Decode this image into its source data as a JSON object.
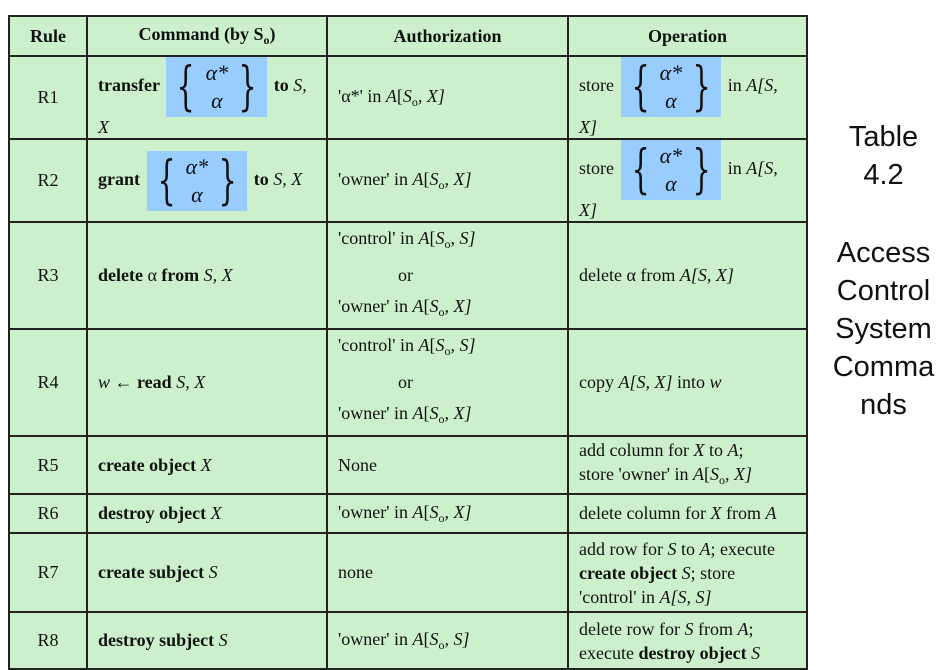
{
  "table": {
    "headers": [
      "Rule",
      "Command (by S",
      "o",
      ")",
      "Authorization",
      "Operation"
    ],
    "rows": [
      {
        "rule": "R1",
        "cmd": {
          "word": "transfer",
          "top": "α*",
          "bottom": "α",
          "to": "to",
          "args": "S, X"
        },
        "auth": {
          "pre": "'α*' in ",
          "A": "A",
          "open": "[",
          "S": "S",
          "o": "o",
          "rest": ", X]"
        },
        "op": {
          "word": "store",
          "top": "α*",
          "bottom": "α",
          "in": "in",
          "A": "A",
          "args": "[S, X]"
        }
      },
      {
        "rule": "R2",
        "cmd": {
          "word": "grant",
          "top": "α*",
          "bottom": "α",
          "to": "to",
          "args": "S, X"
        },
        "auth": {
          "pre": "'owner' in ",
          "A": "A",
          "open": "[",
          "S": "S",
          "o": "o",
          "rest": ", X]"
        },
        "op": {
          "word": "store",
          "top": "α*",
          "bottom": "α",
          "in": "in",
          "A": "A",
          "args": "[S, X]"
        }
      },
      {
        "rule": "R3",
        "cmd": {
          "word": "delete",
          "alpha": "α",
          "from": "from",
          "args": "S, X"
        },
        "auth": {
          "l1pre": "'control' in ",
          "l1A": "A",
          "l1open": "[",
          "l1S": "S",
          "l1o": "o",
          "l1rest": ", S]",
          "or": "or",
          "l2pre": "'owner' in ",
          "l2A": "A",
          "l2open": "[",
          "l2S": "S",
          "l2o": "o",
          "l2rest": ", X]"
        },
        "op": {
          "text": "delete α from ",
          "A": "A",
          "args": "[S, X]"
        }
      },
      {
        "rule": "R4",
        "cmd": {
          "w": "w",
          "arrow": "←",
          "word": "read",
          "args": "S, X"
        },
        "auth": {
          "l1pre": "'control' in ",
          "l1A": "A",
          "l1open": "[",
          "l1S": "S",
          "l1o": "o",
          "l1rest": ", S]",
          "or": "or",
          "l2pre": "'owner' in ",
          "l2A": "A",
          "l2open": "[",
          "l2S": "S",
          "l2o": "o",
          "l2rest": ", X]"
        },
        "op": {
          "pre": "copy ",
          "A": "A",
          "args": "[S, X]",
          "mid": " into ",
          "w": "w"
        }
      },
      {
        "rule": "R5",
        "cmd": {
          "word": "create object",
          "args": "X"
        },
        "auth": {
          "text": "None"
        },
        "op": {
          "l1a": "add column for ",
          "l1X": "X",
          "l1b": " to ",
          "l1A": "A",
          "l1c": ";",
          "l2a": "store 'owner' in ",
          "l2A": "A",
          "l2open": "[",
          "l2S": "S",
          "l2o": "o",
          "l2rest": ", X]"
        }
      },
      {
        "rule": "R6",
        "cmd": {
          "word": "destroy object",
          "args": "X"
        },
        "auth": {
          "pre": "'owner' in ",
          "A": "A",
          "open": "[",
          "S": "S",
          "o": "o",
          "rest": ", X]"
        },
        "op": {
          "a": "delete column for ",
          "X": "X",
          "b": " from ",
          "A": "A"
        }
      },
      {
        "rule": "R7",
        "cmd": {
          "word": "create subject",
          "args": "S"
        },
        "auth": {
          "text": "none"
        },
        "op": {
          "l1a": "add row for ",
          "l1S": "S",
          "l1b": " to ",
          "l1A": "A",
          "l1c": "; execute",
          "l2bold": "create object",
          "l2S": "S",
          "l2c": "; store",
          "l3a": "'control' in ",
          "l3A": "A",
          "l3args": "[S, S]"
        }
      },
      {
        "rule": "R8",
        "cmd": {
          "word": "destroy subject",
          "args": "S"
        },
        "auth": {
          "pre": "'owner' in ",
          "A": "A",
          "open": "[",
          "S": "S",
          "o": "o",
          "rest": ", S]"
        },
        "op": {
          "l1a": "delete row for ",
          "l1S": "S",
          "l1b": " from ",
          "l1A": "A",
          "l1c": ";",
          "l2a": "execute ",
          "l2bold": "destroy object",
          "l2S": "S"
        }
      }
    ]
  },
  "side": {
    "lines": [
      "Table",
      "4.2",
      "Access",
      "Control",
      "System",
      "Comma",
      "nds"
    ]
  },
  "colors": {
    "table_bg": "#ccf0cc",
    "highlight": "#99ccff",
    "border": "#222222"
  },
  "icons": {
    "left_brace": "{",
    "right_brace": "}"
  }
}
